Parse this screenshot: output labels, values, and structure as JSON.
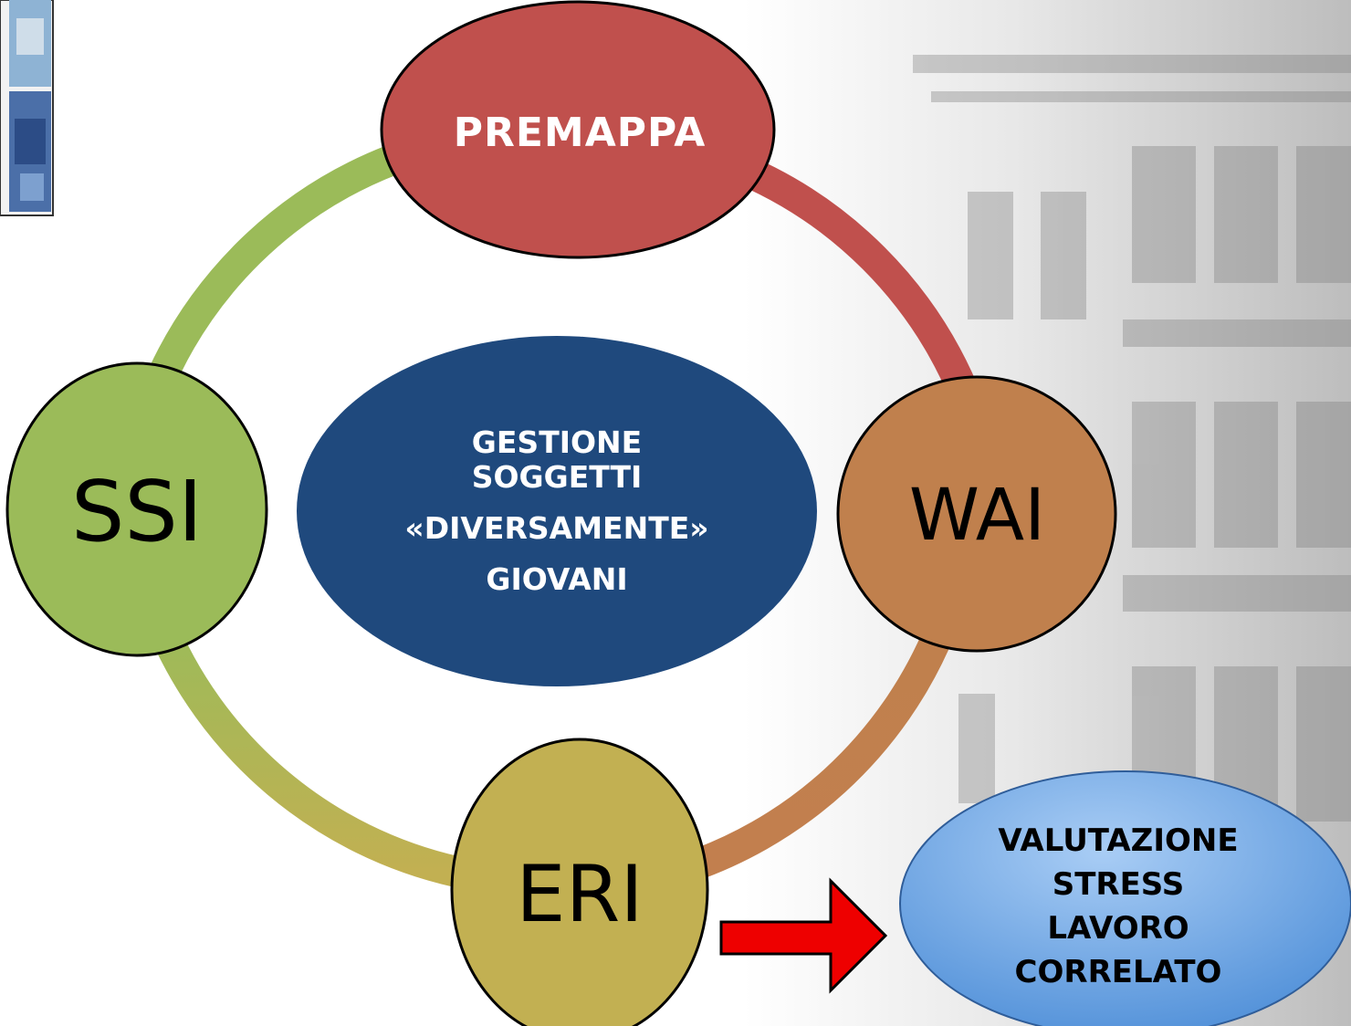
{
  "diagram": {
    "nodes": {
      "premappa": "PREMAPPA",
      "ssi": "SSI",
      "wai": "WAI",
      "eri": "ERI"
    },
    "center": {
      "line1": "GESTIONE",
      "line2": "SOGGETTI",
      "line3": "«DIVERSAMENTE»",
      "line4": "GIOVANI"
    },
    "output": {
      "line1": "VALUTAZIONE",
      "line2": "STRESS",
      "line3": "LAVORO",
      "line4": "CORRELATO"
    }
  },
  "colors": {
    "premappa": "#c0504d",
    "ssi": "#9bbb59",
    "wai": "#c0804d",
    "eri": "#c2b052",
    "center": "#1f497d",
    "output": "#6fa8e8",
    "arrow": "#ee0000"
  }
}
